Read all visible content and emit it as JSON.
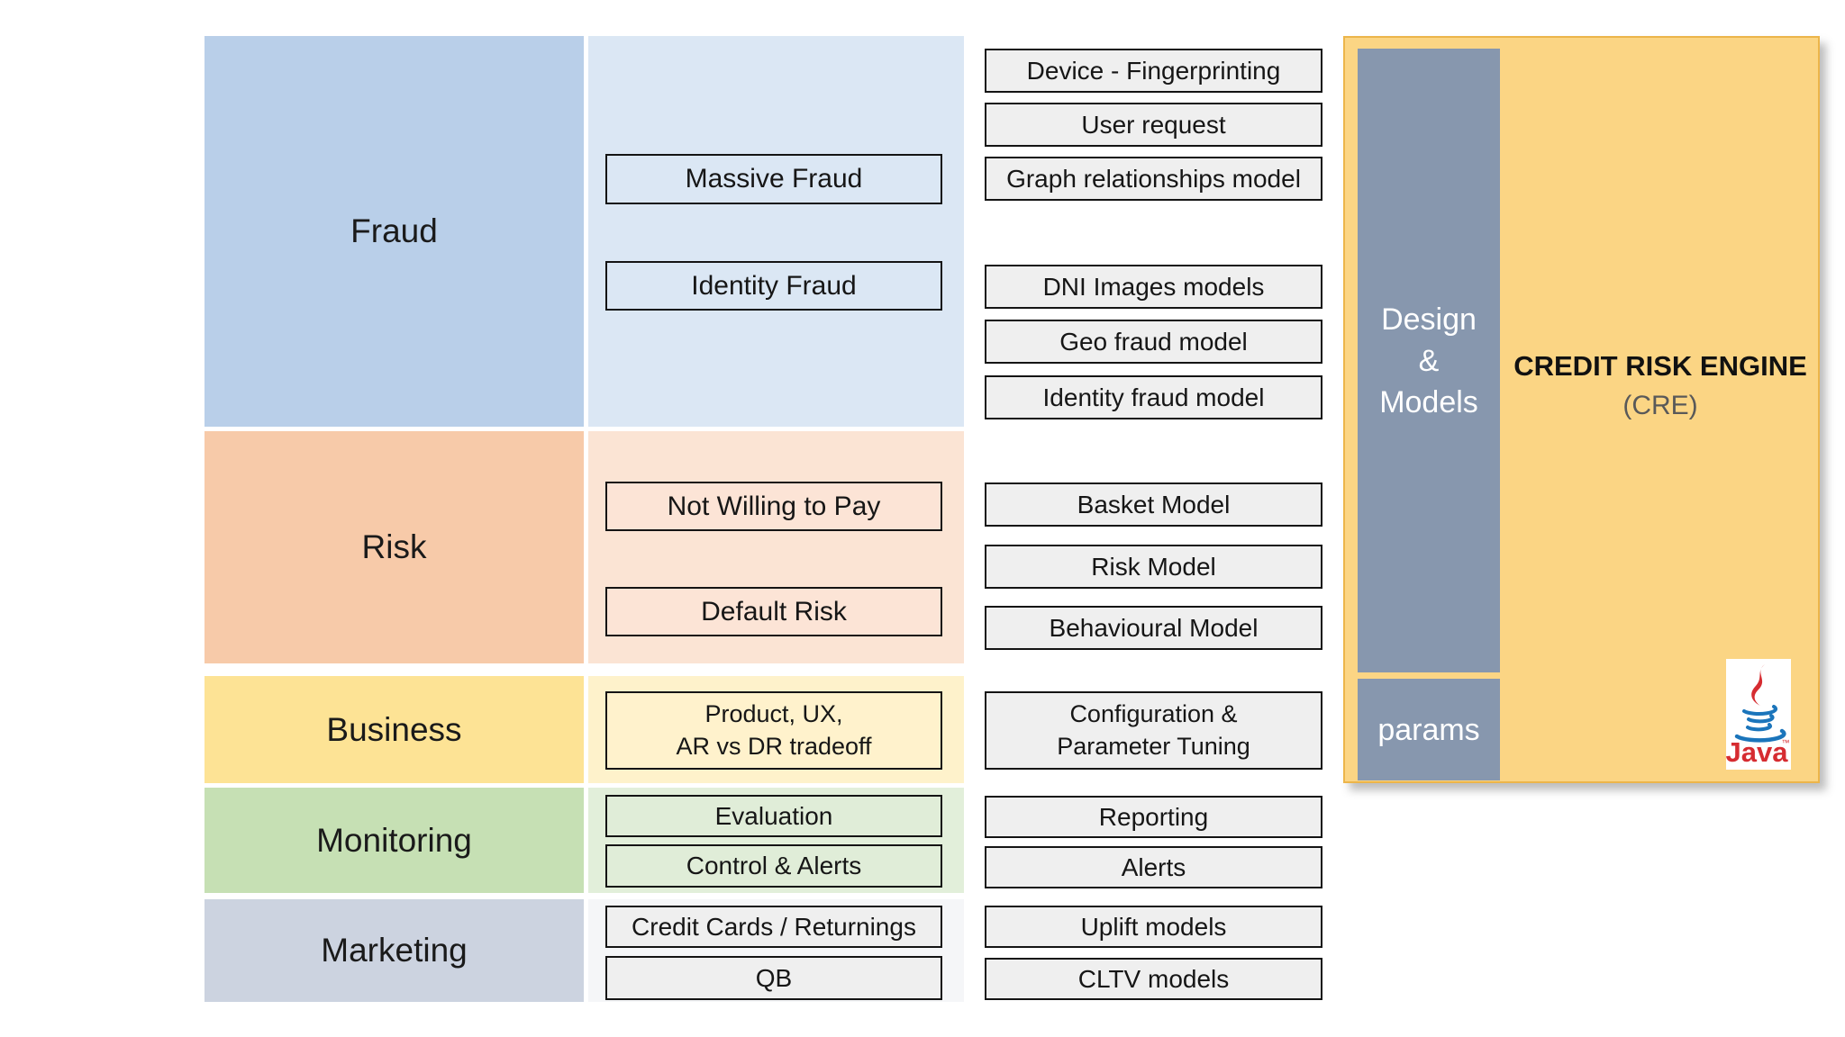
{
  "colors": {
    "fraud_dark": "#b9cfe9",
    "fraud_light": "#dbe7f4",
    "risk_dark": "#f7caa9",
    "risk_light": "#fbe4d4",
    "business_dark": "#fde395",
    "business_light": "#fef2cb",
    "monitoring_dark": "#c6e0b4",
    "monitoring_light": "#e2efda",
    "marketing_dark": "#ccd3e0",
    "marketing_light": "#f5f6f8",
    "model_box_fill": "#efefef",
    "box_border": "#141414",
    "engine_panel_gold": "#fbd584",
    "engine_sidebar_bluegray": "#8797ae",
    "engine_subtitle_gray": "#595959",
    "java_red": "#d62c31",
    "java_blue": "#1b75bb"
  },
  "categories": [
    {
      "label": "Fraud",
      "subtopics": [
        "Massive Fraud",
        "Identity Fraud"
      ]
    },
    {
      "label": "Risk",
      "subtopics": [
        "Not Willing to Pay",
        "Default Risk"
      ]
    },
    {
      "label": "Business",
      "subtopics": [
        "Product, UX,\nAR vs DR tradeoff"
      ]
    },
    {
      "label": "Monitoring",
      "subtopics": [
        "Evaluation",
        "Control & Alerts"
      ]
    },
    {
      "label": "Marketing",
      "subtopics": [
        "Credit Cards / Returnings",
        "QB"
      ]
    }
  ],
  "models": {
    "fraud_massive": [
      "Device - Fingerprinting",
      "User request",
      "Graph relationships model"
    ],
    "fraud_identity": [
      "DNI Images models",
      "Geo fraud model",
      "Identity fraud model"
    ],
    "risk": [
      "Basket Model",
      "Risk Model",
      "Behavioural Model"
    ],
    "business": [
      "Configuration & Parameter Tuning"
    ],
    "monitoring": [
      "Reporting",
      "Alerts"
    ],
    "marketing": [
      "Uplift models",
      "CLTV models"
    ]
  },
  "engine": {
    "sidebar_label": "Design\n&\nModels",
    "params_label": "params",
    "title": "CREDIT RISK ENGINE",
    "subtitle": "(CRE)",
    "java_label": "Java",
    "java_tm": "™"
  }
}
